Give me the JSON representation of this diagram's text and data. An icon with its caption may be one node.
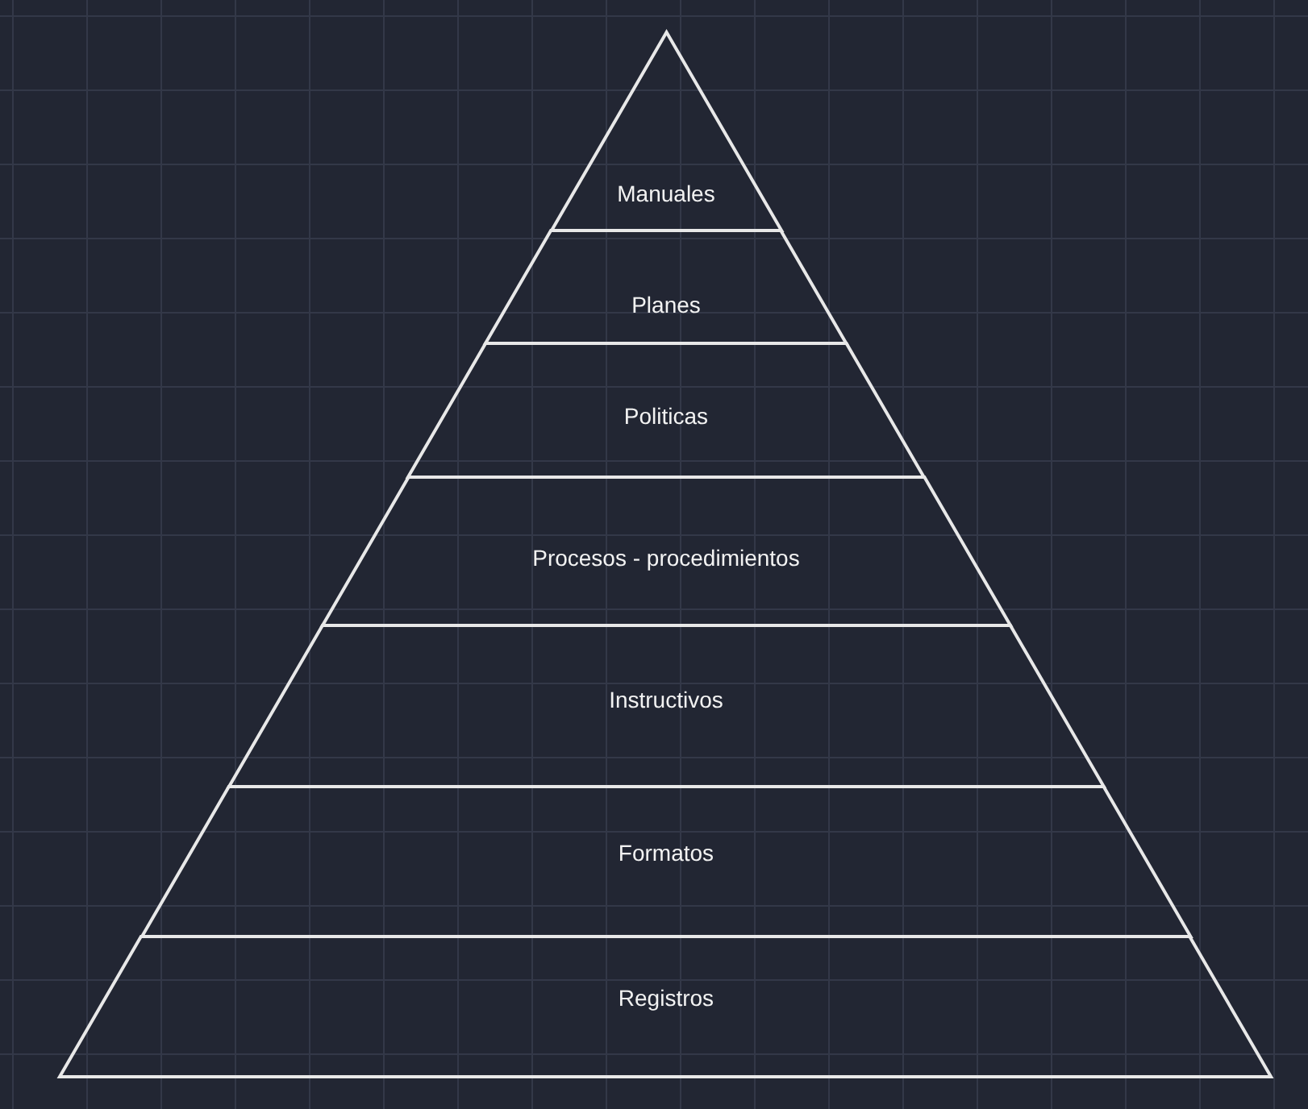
{
  "diagram": {
    "nodes": [
      {
        "text": [
          "Manuales"
        ]
      },
      {
        "text": [
          "Planes"
        ]
      },
      {
        "text": [
          "Politicas"
        ]
      },
      {
        "text": [
          "Procesos - procedimientos"
        ]
      },
      {
        "text": [
          "Instructivos"
        ]
      },
      {
        "text": [
          "Formatos"
        ]
      },
      {
        "text": [
          "Registros"
        ]
      }
    ]
  }
}
